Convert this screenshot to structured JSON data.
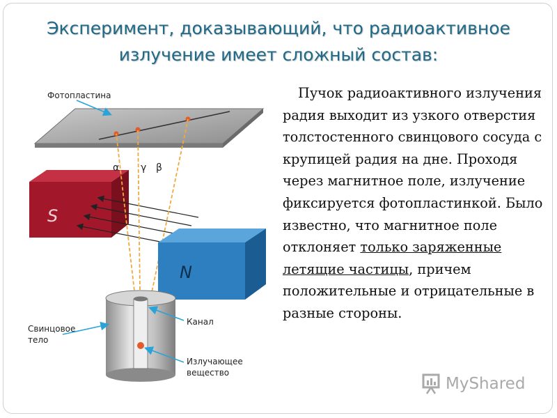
{
  "slide": {
    "title_line1": "Эксперимент, доказывающий, что радиоактивное",
    "title_line2": "излучение имеет сложный состав:",
    "paragraph": {
      "part1": "Пучок радиоактивного излучения радия выходит из узкого отверстия толстостенного свинцового сосуда с крупицей радия на дне. Проходя через магнитное поле, излучение фиксируется фотопластинкой. Было известно, что магнитное поле отклоняет ",
      "underlined": "только заряженные летящие частицы",
      "part2": ", причем положительные и отрицательные в разные стороны."
    }
  },
  "diagram": {
    "label_plate": "Фотопластина",
    "label_alpha": "α",
    "label_gamma": "γ",
    "label_beta": "β",
    "label_magnet_s": "S",
    "label_magnet_n": "N",
    "label_lead_body_line1": "Свинцовое",
    "label_lead_body_line2": "тело",
    "label_channel": "Канал",
    "label_source_line1": "Излучающее",
    "label_source_line2": "вещество",
    "colors": {
      "magnet_s": "#a2182a",
      "magnet_n": "#2d7fc0",
      "plate": "#9a9a9a",
      "rays": "#f2a93b",
      "arrow": "#29a3d8"
    }
  },
  "watermark": {
    "text": "MyShared",
    "icon": "presentation-board-icon"
  }
}
